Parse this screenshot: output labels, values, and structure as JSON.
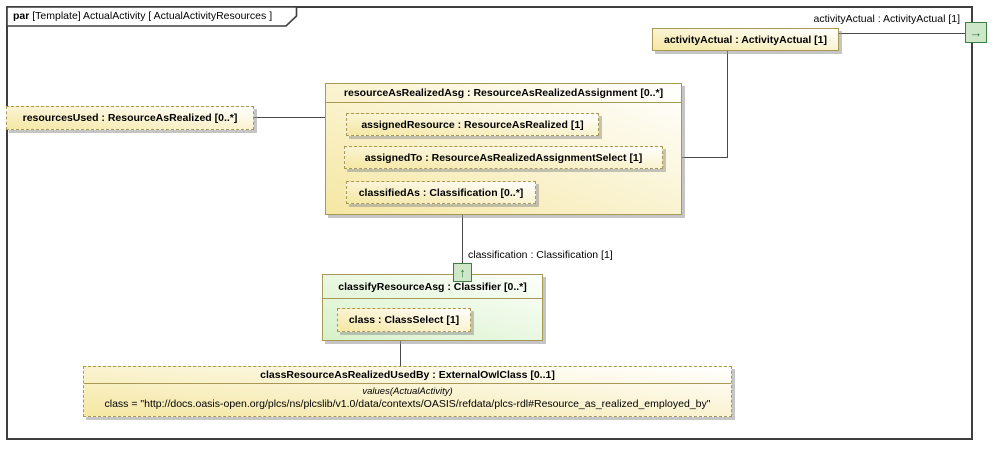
{
  "frame": {
    "tab_keyword": "par",
    "tab_rest": " [Template] ActualActivity [ ActualActivityResources ]"
  },
  "nodes": {
    "activityActual": {
      "label": "activityActual : ActivityActual [1]"
    },
    "resourcesUsed": {
      "label": "resourcesUsed : ResourceAsRealized [0..*]"
    },
    "resourceAsRealizedAsg": {
      "title": "resourceAsRealizedAsg : ResourceAsRealizedAssignment [0..*]",
      "parts": [
        {
          "label": "assignedResource : ResourceAsRealized [1]"
        },
        {
          "label": "assignedTo : ResourceAsRealizedAssignmentSelect [1]"
        },
        {
          "label": "classifiedAs : Classification [0..*]"
        }
      ]
    },
    "classifyResourceAsg": {
      "title": "classifyResourceAsg : Classifier [0..*]",
      "parts": [
        {
          "label": "class : ClassSelect [1]"
        }
      ]
    },
    "classResourceAsRealizedUsedBy": {
      "title": "classResourceAsRealizedUsedBy : ExternalOwlClass [0..1]",
      "stereotype": "values(ActualActivity)",
      "value": "class = \"http://docs.oasis-open.org/plcs/ns/plcslib/v1.0/data/contexts/OASIS/refdata/plcs-rdl#Resource_as_realized_employed_by\""
    }
  },
  "connector_labels": {
    "activity_flow": "activityActual : ActivityActual [1]",
    "classification_flow": "classification : Classification [1]"
  },
  "icons": {
    "port_right_arrow": "→",
    "port_up_arrow": "↑"
  },
  "colors": {
    "yellow_a": "#f5e7a3",
    "yellow_b": "#ffffff",
    "green_a": "#d7f1ca",
    "green_b": "#fcfffa",
    "box_border": "#a89a55",
    "port_border": "#3e7d44",
    "port_fill": "#cfe7c9",
    "port_arrow": "#2f7d3a",
    "line": "#4a4a4a",
    "frame_border": "#3f3f3f"
  }
}
